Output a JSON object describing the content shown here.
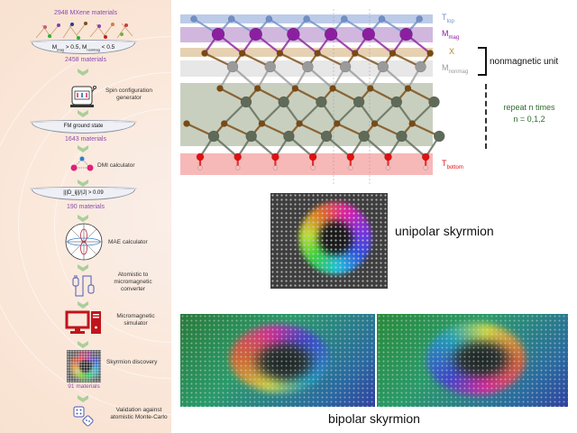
{
  "pipeline": {
    "start_count": "2948 MXene materials",
    "filter1": "M",
    "filter1_sub1": "mag",
    "filter1_mid": " > 0.5, M",
    "filter1_sub2": "nonmag",
    "filter1_end": " < 0.5",
    "count1": "2458 materials",
    "step_spin": "Spin configuration generator",
    "filter2": "FM ground state",
    "count2": "1643 materials",
    "step_dmi": "DMI calculator",
    "filter3": "|||D_ij||/|J| > 0.09",
    "count3": "190 materials",
    "step_mae": "MAE calculator",
    "step_converter": "Atomistic to micromagnetic converter",
    "step_simulator": "Micromagnetic simulator",
    "step_discovery": "Skyrmion discovery",
    "count4": "91 materials",
    "step_validation": "Validation against atomistic Monte-Carlo"
  },
  "structure": {
    "t_top": "T",
    "t_top_sub": "top",
    "m_mag": "M",
    "m_mag_sub": "mag",
    "x": "X",
    "m_nonmag": "M",
    "m_nonmag_sub": "nonmag",
    "t_bottom": "T",
    "t_bottom_sub": "bottom",
    "unit_label": "nonmagnetic unit",
    "repeat_label": "repeat n times",
    "repeat_values": "n = 0,1,2",
    "colors": {
      "t_top": "#6f8fc8",
      "m_mag": "#8b1fa0",
      "x": "#7a4a12",
      "m_nonmag": "#9a9a9a",
      "bulk": "#5f6a58",
      "t_bottom": "#e01010"
    }
  },
  "skyrmions": {
    "unipolar_label": "unipolar skyrmion",
    "bipolar_label": "bipolar skyrmion"
  }
}
